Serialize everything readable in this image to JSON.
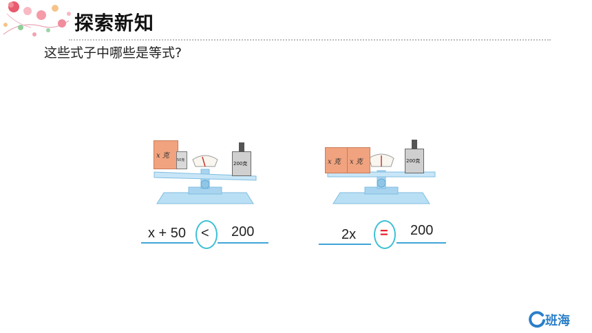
{
  "header": {
    "title": "探索新知"
  },
  "question": "这些式子中哪些是等式?",
  "scales": [
    {
      "block_label": "x 克",
      "small_weight_label": "50克",
      "big_weight_label": "200克"
    },
    {
      "block_labels": [
        "x 克",
        "x 克"
      ],
      "big_weight_label": "200克"
    }
  ],
  "equations": [
    {
      "left": "x + 50",
      "operator": "<",
      "right": "200"
    },
    {
      "left": "2x",
      "operator": "=",
      "right": "200"
    }
  ],
  "brand": {
    "name": "班海"
  },
  "colors": {
    "accent_circle": "#3ec0d4",
    "underline": "#3ea4d8",
    "equals_red": "#e8202a",
    "scale_blue": "#b9dff4"
  }
}
